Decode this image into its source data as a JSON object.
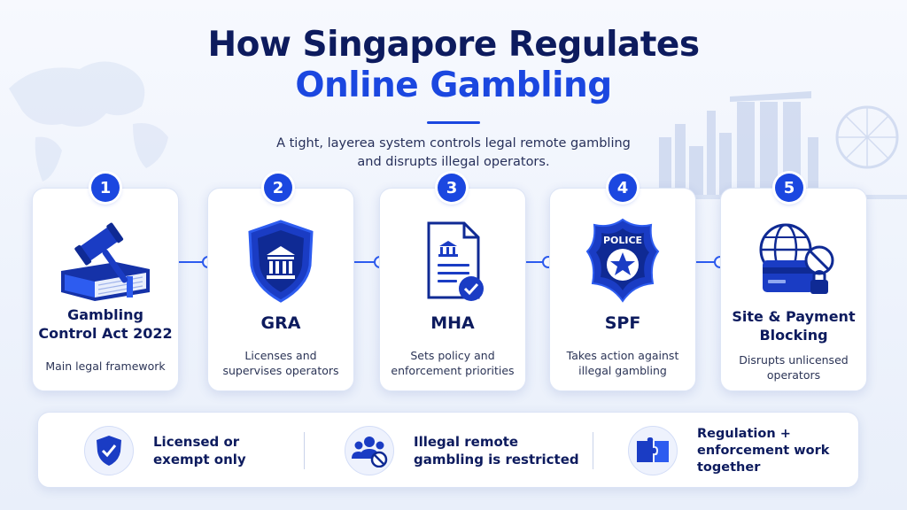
{
  "header": {
    "title_line1": "How Singapore Regulates",
    "title_line2": "Online Gambling",
    "subtitle_line1": "A tight, layerea system controls legal remote gambling",
    "subtitle_line2": "and disrupts illegal operators."
  },
  "steps": [
    {
      "number": "1",
      "title_line1": "Gambling",
      "title_line2": "Control Act 2022",
      "desc_line1": "Main legal framework",
      "desc_line2": "",
      "icon": "gavel-book-icon"
    },
    {
      "number": "2",
      "title_line1": "GRA",
      "title_line2": "",
      "desc_line1": "Licenses and",
      "desc_line2": "supervises operators",
      "icon": "shield-building-icon"
    },
    {
      "number": "3",
      "title_line1": "MHA",
      "title_line2": "",
      "desc_line1": "Sets policy and",
      "desc_line2": "enforcement priorities",
      "icon": "policy-document-icon"
    },
    {
      "number": "4",
      "title_line1": "SPF",
      "title_line2": "",
      "desc_line1": "Takes action against",
      "desc_line2": "illegal gambling",
      "icon": "police-badge-icon"
    },
    {
      "number": "5",
      "title_line1": "Site & Payment",
      "title_line2": "Blocking",
      "desc_line1": "Disrupts unlicensed",
      "desc_line2": "operators",
      "icon": "globe-card-block-icon"
    }
  ],
  "police_badge_text": "POLICE",
  "summary": [
    {
      "text": "Licensed or\nexempt only",
      "icon": "shield-check-icon"
    },
    {
      "text": "Illegal remote\ngambling is restricted",
      "icon": "people-blocked-icon"
    },
    {
      "text": "Regulation +\nenforcement work\ntogether",
      "icon": "puzzle-icon"
    }
  ],
  "colors": {
    "navy": "#0d1b5e",
    "accent_blue": "#1b47e0",
    "connector_blue": "#2d5cf0"
  }
}
